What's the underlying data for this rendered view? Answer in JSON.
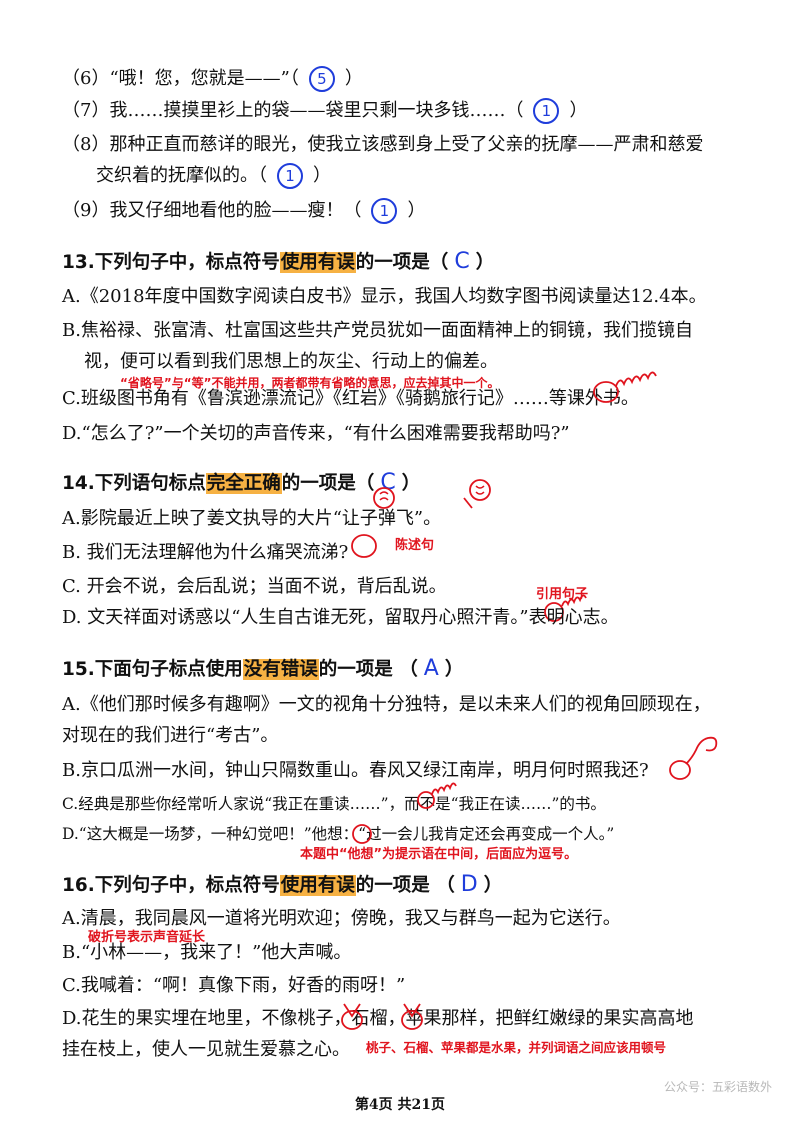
{
  "items": {
    "i6": {
      "text": "（6）“哦！您，您就是——”（",
      "answer": "5",
      "close": "）"
    },
    "i7": {
      "text": "（7）我……摸摸里衫上的袋——袋里只剩一块多钱……（",
      "answer": "1",
      "close": "）"
    },
    "i8a": {
      "text": "（8）那种正直而慈详的眼光，使我立该感到身上受了父亲的抚摩——严肃和慈爱"
    },
    "i8b": {
      "text": "交织着的抚摩似的。（",
      "answer": "1",
      "close": "）"
    },
    "i9": {
      "text": "（9）我又仔细地看他的脸——瘦！（",
      "answer": "1",
      "close": "）"
    }
  },
  "q13": {
    "pre": "13.下列句子中，标点符号",
    "hl": "使用有误",
    "post": "的一项是（",
    "answer": "C",
    "close": "）",
    "a": "A.《2018年度中国数字阅读白皮书》显示，我国人均数字图书阅读量达12.4本。",
    "b1": "B.焦裕禄、张富清、杜富国这些共产党员犹如一面面精神上的铜镜，我们揽镜自",
    "b2": "视，便可以看到我们思想上的灰尘、行动上的偏差。",
    "c": "C.班级图书角有《鲁滨逊漂流记》《红岩》《骑鹅旅行记》……等课外书。",
    "d": "D.“怎么了?”一个关切的声音传来，“有什么困难需要我帮助吗?”",
    "note": "“省略号”与“等”不能并用，两者都带有省略的意思，应去掉其中一个。"
  },
  "q14": {
    "pre": "14.下列语句标点",
    "hl": "完全正确",
    "post": "的一项是（",
    "answer": "C",
    "close": "）",
    "a": "A.影院最近上映了姜文执导的大片“让子弹飞”。",
    "b": "B. 我们无法理解他为什么痛哭流涕?",
    "c": "C. 开会不说，会后乱说；当面不说，背后乱说。",
    "d": "D. 文天祥面对诱惑以“人生自古谁无死，留取丹心照汗青。”表明心志。",
    "note_b": "陈述句",
    "note_d": "引用句子"
  },
  "q15": {
    "pre": "15.下面句子标点使用",
    "hl": "没有错误",
    "post": "的一项是 （",
    "answer": "A",
    "close": "）",
    "a1": "A.《他们那时候多有趣啊》一文的视角十分独特，是以未来人们的视角回顾现在，",
    "a2": "对现在的我们进行“考古”。",
    "b": "B.京口瓜洲一水间，钟山只隔数重山。春风又绿江南岸，明月何时照我还?",
    "c": "C.经典是那些你经常听人家说“我正在重读……”，而不是“我正在读……”的书。",
    "d": "D.“这大概是一场梦，一种幻觉吧！”他想：“过一会儿我肯定还会再变成一个人。”",
    "note_d": "本题中“他想”为提示语在中间，后面应为逗号。"
  },
  "q16": {
    "pre": "16.下列句子中，标点符号",
    "hl": "使用有误",
    "post": "的一项是 （",
    "answer": "D",
    "close": "）",
    "a": "A.清晨，我同晨风一道将光明欢迎；傍晚，我又与群鸟一起为它送行。",
    "b": "B.“小林——，我来了！”他大声喊。",
    "c": "C.我喊着：“啊！真像下雨，好香的雨呀！”",
    "d1": "D.花生的果实埋在地里，不像桃子，石榴，苹果那样，把鲜红嫩绿的果实高高地",
    "d2": "挂在枝上，使人一见就生爱慕之心。",
    "note_b": "破折号表示声音延长",
    "note_d": "桃子、石榴、苹果都是水果，并列词语之间应该用顿号"
  },
  "footer": "第4页 共21页",
  "watermark": "公众号：五彩语数外",
  "colors": {
    "highlight": "#f6b143",
    "answer_ink": "#1f3ddb",
    "note_ink": "#e0141e"
  }
}
